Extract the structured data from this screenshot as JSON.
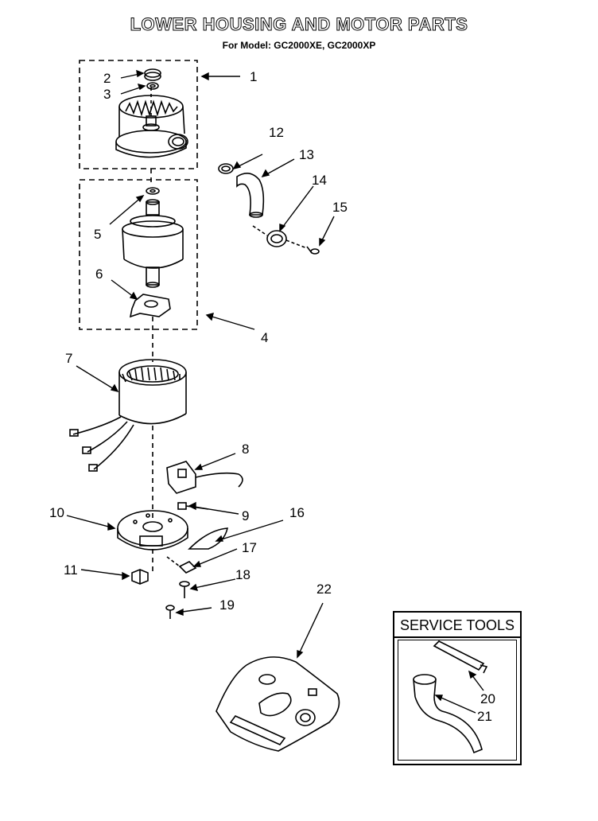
{
  "title": "LOWER HOUSING AND MOTOR PARTS",
  "subtitle": "For Model: GC2000XE, GC2000XP",
  "service_tools_label": "SERVICE TOOLS",
  "callouts": [
    "1",
    "2",
    "3",
    "4",
    "5",
    "6",
    "7",
    "8",
    "9",
    "10",
    "11",
    "12",
    "13",
    "14",
    "15",
    "16",
    "17",
    "18",
    "19",
    "20",
    "21",
    "22"
  ]
}
